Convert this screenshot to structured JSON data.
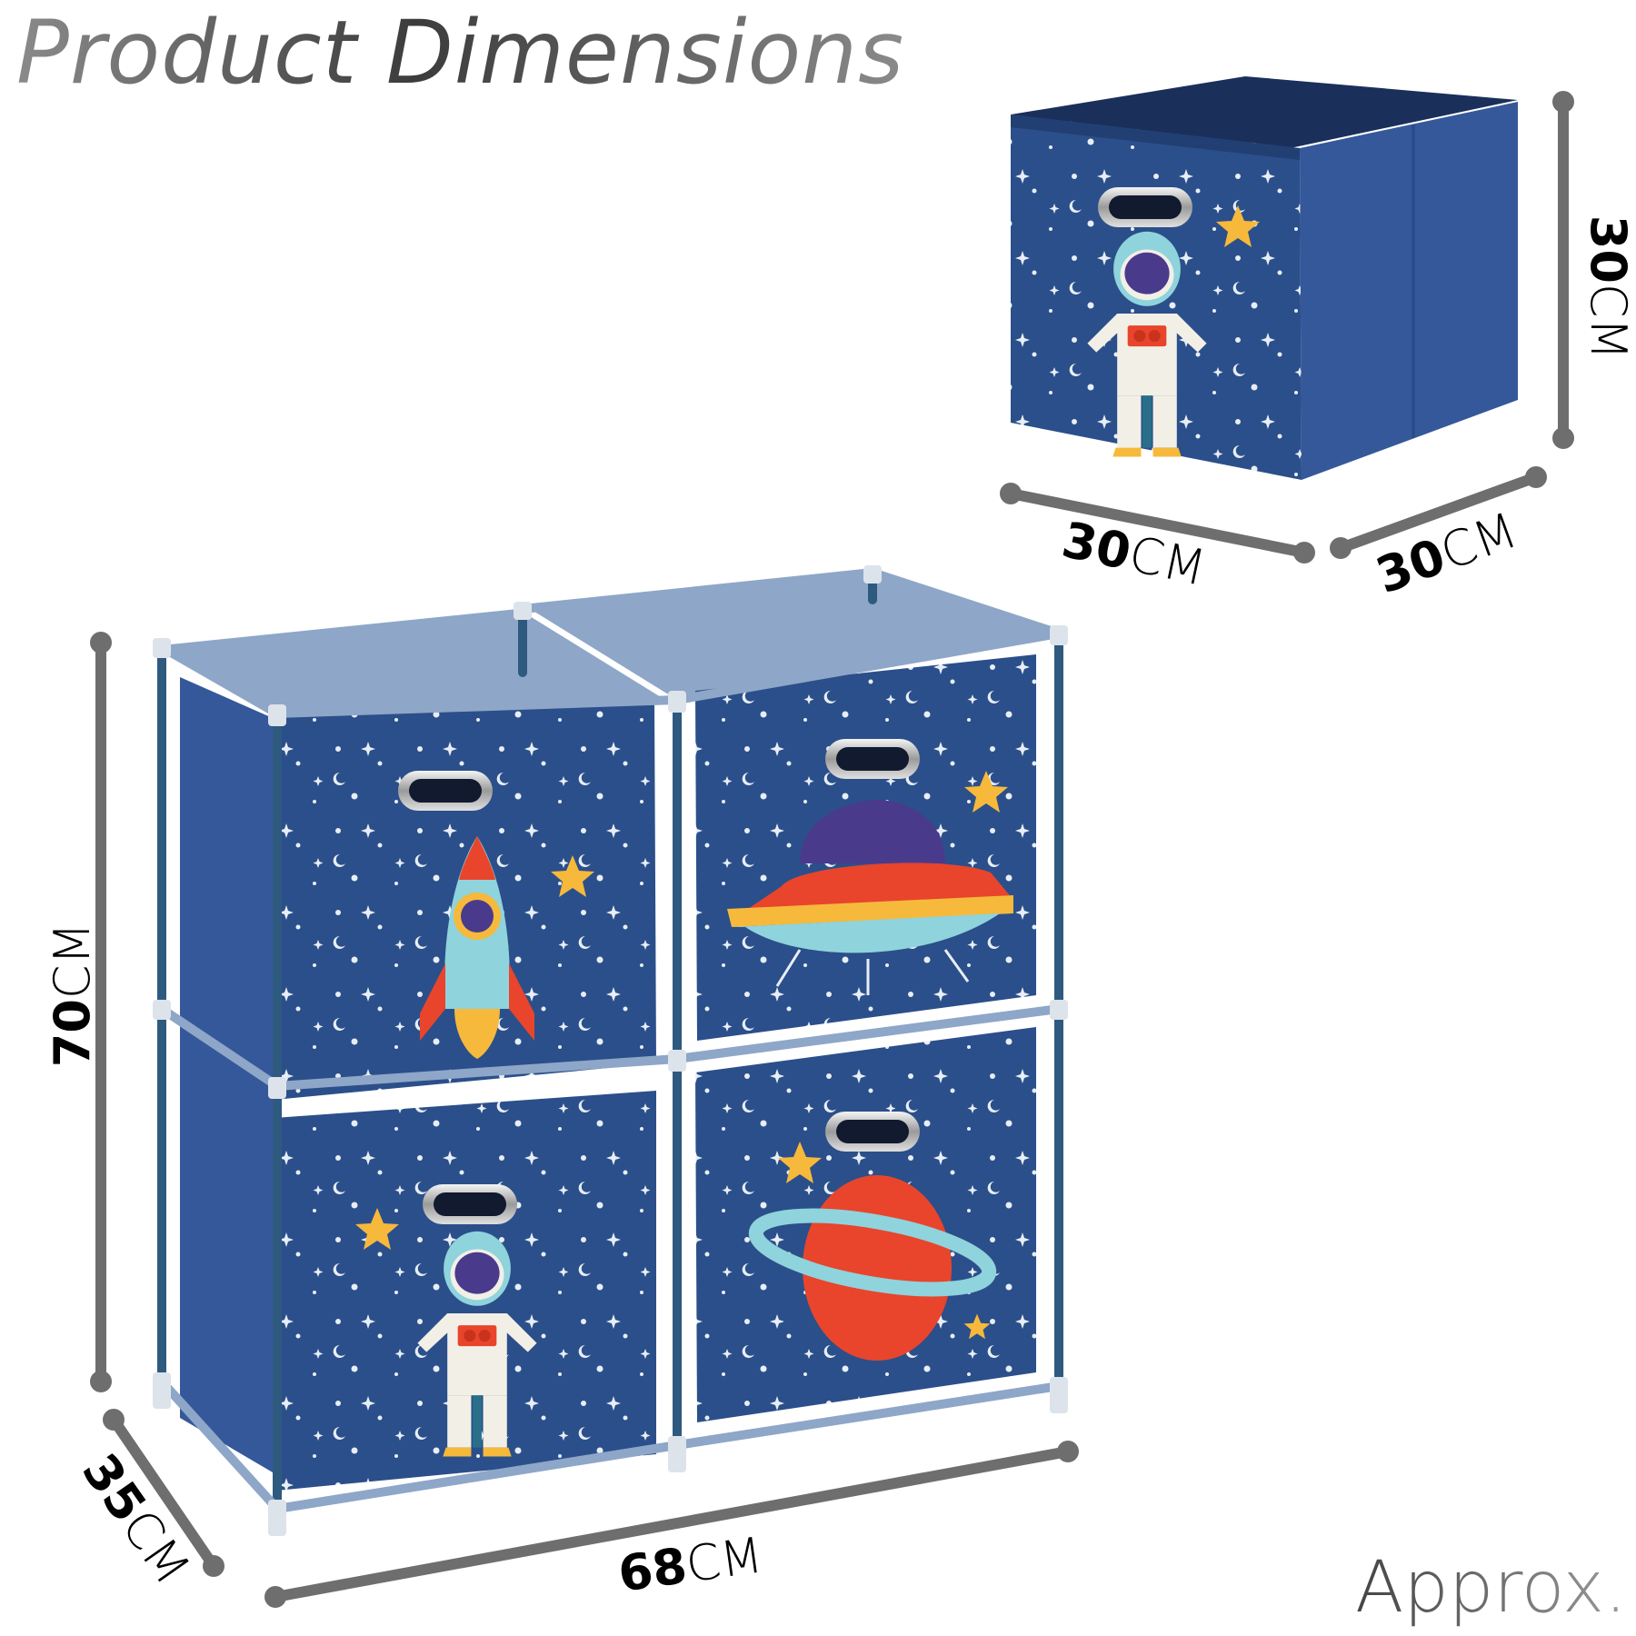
{
  "header": {
    "title": "Product Dimensions"
  },
  "footer": {
    "note": "Approx."
  },
  "single_box": {
    "description": "Foldable storage cube with astronaut print",
    "dimensions": {
      "height": {
        "value": "30",
        "unit": "CM"
      },
      "width": {
        "value": "30",
        "unit": "CM"
      },
      "depth": {
        "value": "30",
        "unit": "CM"
      }
    }
  },
  "storage_unit": {
    "description": "4-cube storage unit with space-themed drawers",
    "dimensions": {
      "height": {
        "value": "70",
        "unit": "CM"
      },
      "depth": {
        "value": "35",
        "unit": "CM"
      },
      "width": {
        "value": "68",
        "unit": "CM"
      }
    },
    "drawers": [
      {
        "position": "top-left",
        "print": "rocket"
      },
      {
        "position": "top-right",
        "print": "ufo"
      },
      {
        "position": "bottom-left",
        "print": "astronaut"
      },
      {
        "position": "bottom-right",
        "print": "planet"
      }
    ]
  },
  "colors": {
    "fabric": "#2b4f8a",
    "fabric_dark": "#213f73",
    "side_fabric": "#34589a",
    "frame": "#2f5a80",
    "frame_joint": "#dde3ea",
    "top_panel": "#8ea6c8",
    "measure_line": "#6e6e6e",
    "star_yellow": "#f6b93b",
    "accent_red": "#e8452c",
    "accent_teal": "#8fd3dc",
    "visor_purple": "#4a3a8c"
  }
}
